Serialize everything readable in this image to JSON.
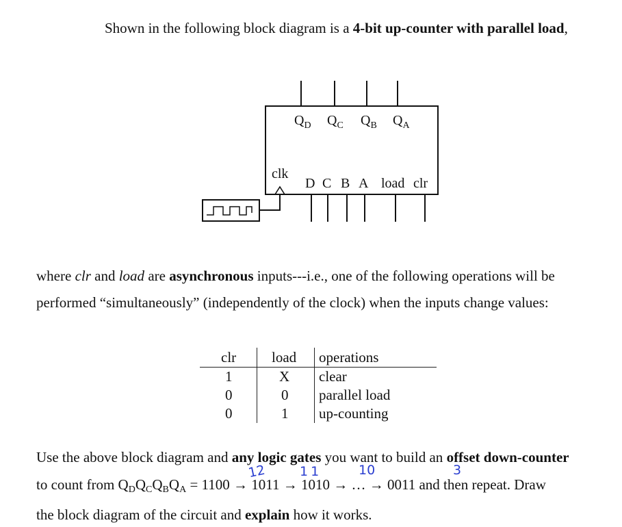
{
  "intro": {
    "prefix": "Shown in the following block diagram is a ",
    "bold": "4-bit up-counter with parallel load",
    "suffix": ","
  },
  "block": {
    "outputs": [
      {
        "letter": "Q",
        "sub": "D"
      },
      {
        "letter": "Q",
        "sub": "C"
      },
      {
        "letter": "Q",
        "sub": "B"
      },
      {
        "letter": "Q",
        "sub": "A"
      }
    ],
    "clk_label": "clk",
    "inputs": [
      "D",
      "C",
      "B",
      "A",
      "load",
      "clr"
    ]
  },
  "where": {
    "p1": "where ",
    "clr": "clr",
    "p2": " and ",
    "load": "load",
    "p3": " are ",
    "bold": "asynchronous",
    "p4": " inputs---i.e., one of the following operations will be",
    "line2": "performed “simultaneously” (independently of the clock) when the inputs change values:"
  },
  "table": {
    "headers": [
      "clr",
      "load",
      "operations"
    ],
    "rows": [
      [
        "1",
        "X",
        "clear"
      ],
      [
        "0",
        "0",
        "parallel load"
      ],
      [
        "0",
        "1",
        "up-counting"
      ]
    ]
  },
  "task": {
    "p1": "Use the above block diagram and ",
    "b1": "any logic gates",
    "p2": " you want to build an ",
    "b2": "offset down-counter",
    "l2_a": "to count from Q",
    "l2_subs": [
      "D",
      "C",
      "B",
      "A"
    ],
    "l2_eq": " = ",
    "seq": [
      "1100",
      "1011",
      "1010",
      "…",
      "0011"
    ],
    "arrow": "→",
    "l2_end": " and then repeat.  Draw",
    "l3_a": "the block diagram of the circuit and ",
    "l3_b": "explain",
    "l3_c": " how it works."
  },
  "handwriting": [
    "12",
    "11",
    "10",
    "3"
  ],
  "colors": {
    "text": "#111111",
    "handwriting": "#2b3fd0"
  }
}
